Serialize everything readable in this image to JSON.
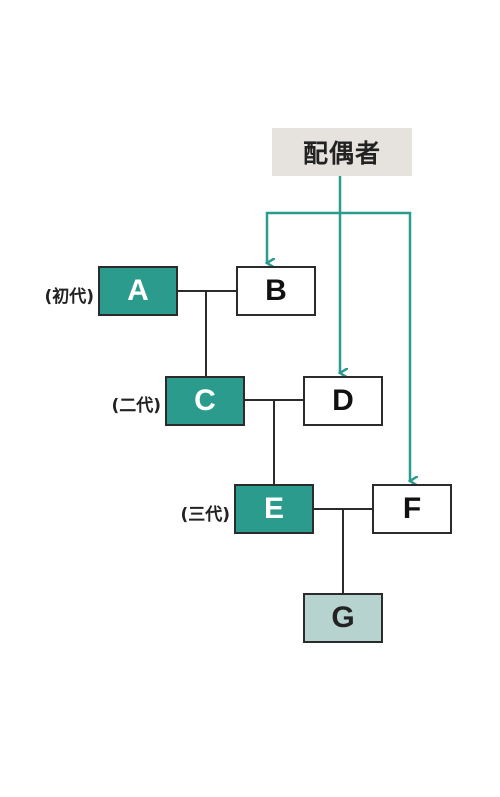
{
  "spouse_header": {
    "label": "配偶者"
  },
  "generations": [
    {
      "label": "(初代)"
    },
    {
      "label": "(二代)"
    },
    {
      "label": "(三代)"
    }
  ],
  "nodes": {
    "A": {
      "label": "A",
      "role": "lineage"
    },
    "B": {
      "label": "B",
      "role": "spouse"
    },
    "C": {
      "label": "C",
      "role": "lineage"
    },
    "D": {
      "label": "D",
      "role": "spouse"
    },
    "E": {
      "label": "E",
      "role": "lineage"
    },
    "F": {
      "label": "F",
      "role": "spouse"
    },
    "G": {
      "label": "G",
      "role": "child"
    }
  },
  "colors": {
    "lineage_fill": "#2a9b8c",
    "child_fill": "#b6d3d0",
    "spouse_header_fill": "#e6e2de",
    "arrow": "#2a9b8c",
    "line": "#2b2b2b"
  }
}
